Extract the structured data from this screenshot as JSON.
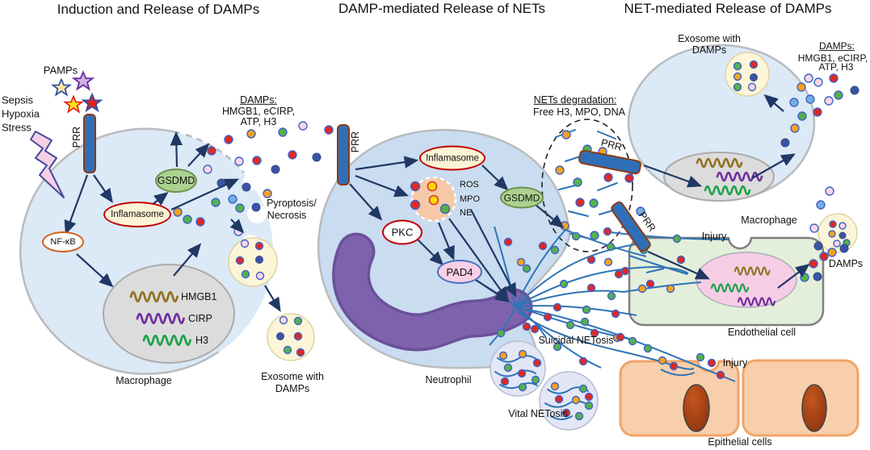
{
  "titles": {
    "left": "Induction and Release of DAMPs",
    "middle": "DAMP-mediated Release of NETs",
    "right": "NET-mediated Release of DAMPs"
  },
  "left_panel": {
    "pamps": "PAMPs",
    "stress_lines": [
      "Sepsis",
      "Hypoxia",
      "Stress"
    ],
    "prr": "PRR",
    "damps_heading": "DAMPs:",
    "damps_line1": "HMGB1, eCIRP,",
    "damps_line2": "ATP, H3",
    "gsdmd": "GSDMD",
    "inflamasome": "Inflamasome",
    "nfkb": "NF-κB",
    "genes": {
      "hmgb1": "HMGB1",
      "cirp": "CIRP",
      "h3": "H3"
    },
    "pyroptosis_line1": "Pyroptosis/",
    "pyroptosis_line2": "Necrosis",
    "macrophage": "Macrophage",
    "exosome_line1": "Exosome with",
    "exosome_line2": "DAMPs"
  },
  "middle_panel": {
    "prr": "PRR",
    "inflamasome": "Inflamasome",
    "ros": "ROS",
    "mpo": "MPO",
    "ne": "NE",
    "gsdmd": "GSDMD",
    "pkc": "PKC",
    "pad4": "PAD4",
    "neutrophil": "Neutrophil",
    "suicidal_netosis": "Suicidal NETosis",
    "vital_netosis": "Vital NETosis"
  },
  "right_panel": {
    "nets_deg_heading": "NETs degradation:",
    "nets_deg_items": "Free H3, MPO, DNA",
    "prr_upper": "PRR",
    "prr_lower": "PRR",
    "exosome_line1": "Exosome with",
    "exosome_line2": "DAMPs",
    "damps_heading": "DAMPs:",
    "damps_line1": "HMGB1, eCIRP,",
    "damps_line2": "ATP, H3",
    "macrophage": "Macrophage",
    "injury_upper": "Injury",
    "injury_lower": "Injury",
    "endothelial": "Endothelial cell",
    "damps_label": "DAMPs",
    "epithelial": "Epithelial cells"
  },
  "palette": {
    "macrophage_blue": "#dce9f6",
    "neutrophil_blue": "#c9dcf0",
    "nucleus_purple": "#7e63ac",
    "prr_blue": "#2f6fb7",
    "gsdmd_green": "#abd28e",
    "inflamasome_cream": "#fdf3d6",
    "exosome_yellow": "#fdf5d7",
    "net_fiber_blue": "#2e74b5",
    "arrow_navy": "#1f3864",
    "endothelial_green": "#e4efdb",
    "epithelial_peach": "#f8cfac",
    "damp_red": "#e02822",
    "damp_orange": "#f4a21e",
    "damp_green": "#55b14b",
    "damp_pink": "#f7d7e9",
    "damp_blue": "#3b55a4"
  }
}
